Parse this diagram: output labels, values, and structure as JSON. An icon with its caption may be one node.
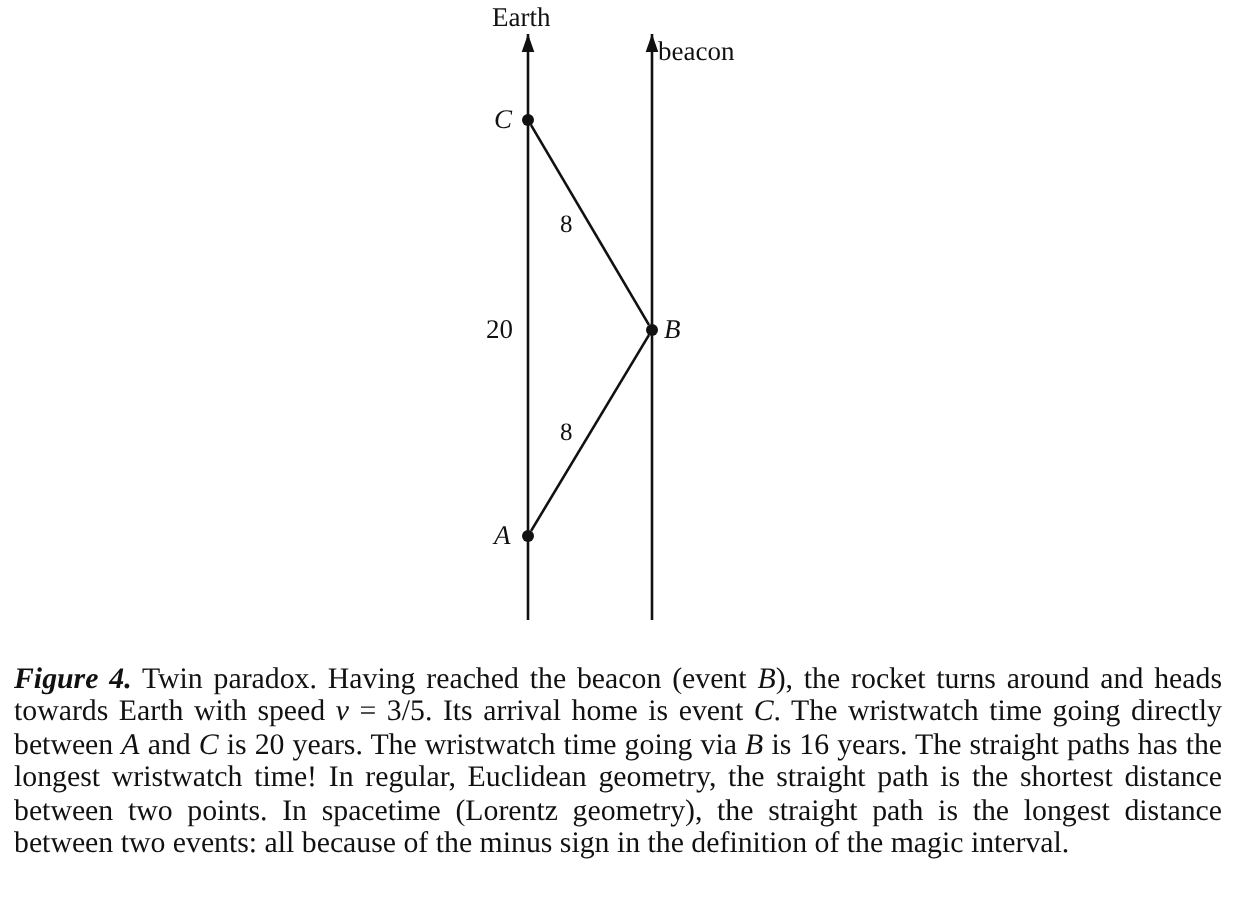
{
  "diagram": {
    "caption": "**Figure 4.** Twin paradox. Having reached the beacon (event *B*), the rocket turns around and heads towards Earth with speed *v* = 3/5. Its arrival home is event *C*. The wristwatch time going directly between *A* and *C* is 20 years. The wristwatch time going via *B* is 16 years. The straight paths has the longest wristwatch time! In regular, Euclidean geometry, the straight path is the shortest distance between two points. In spacetime (Lorentz geometry), the straight path is the longest distance between two events: all because of the minus sign in the definition of the magic interval.",
    "nodes": [
      {
        "text": [
          "Earth"
        ]
      },
      {
        "text": [
          "beacon"
        ]
      },
      {
        "text": [],
        "shape": "circle",
        "beside": [
          "C"
        ]
      },
      {
        "text": [],
        "shape": "circle",
        "beside": [
          "B"
        ]
      },
      {
        "text": [],
        "shape": "circle",
        "beside": [
          "A"
        ]
      }
    ],
    "edges": [
      {
        "from": null,
        "to": 0,
        "arrow": "to"
      },
      {
        "from": null,
        "to": 1,
        "arrow": "to"
      },
      {
        "from": 4,
        "to": 3,
        "arrow": "none",
        "label": "8"
      },
      {
        "from": 3,
        "to": 2,
        "arrow": "none",
        "label": "8"
      }
    ],
    "labels": [
      "20"
    ]
  }
}
